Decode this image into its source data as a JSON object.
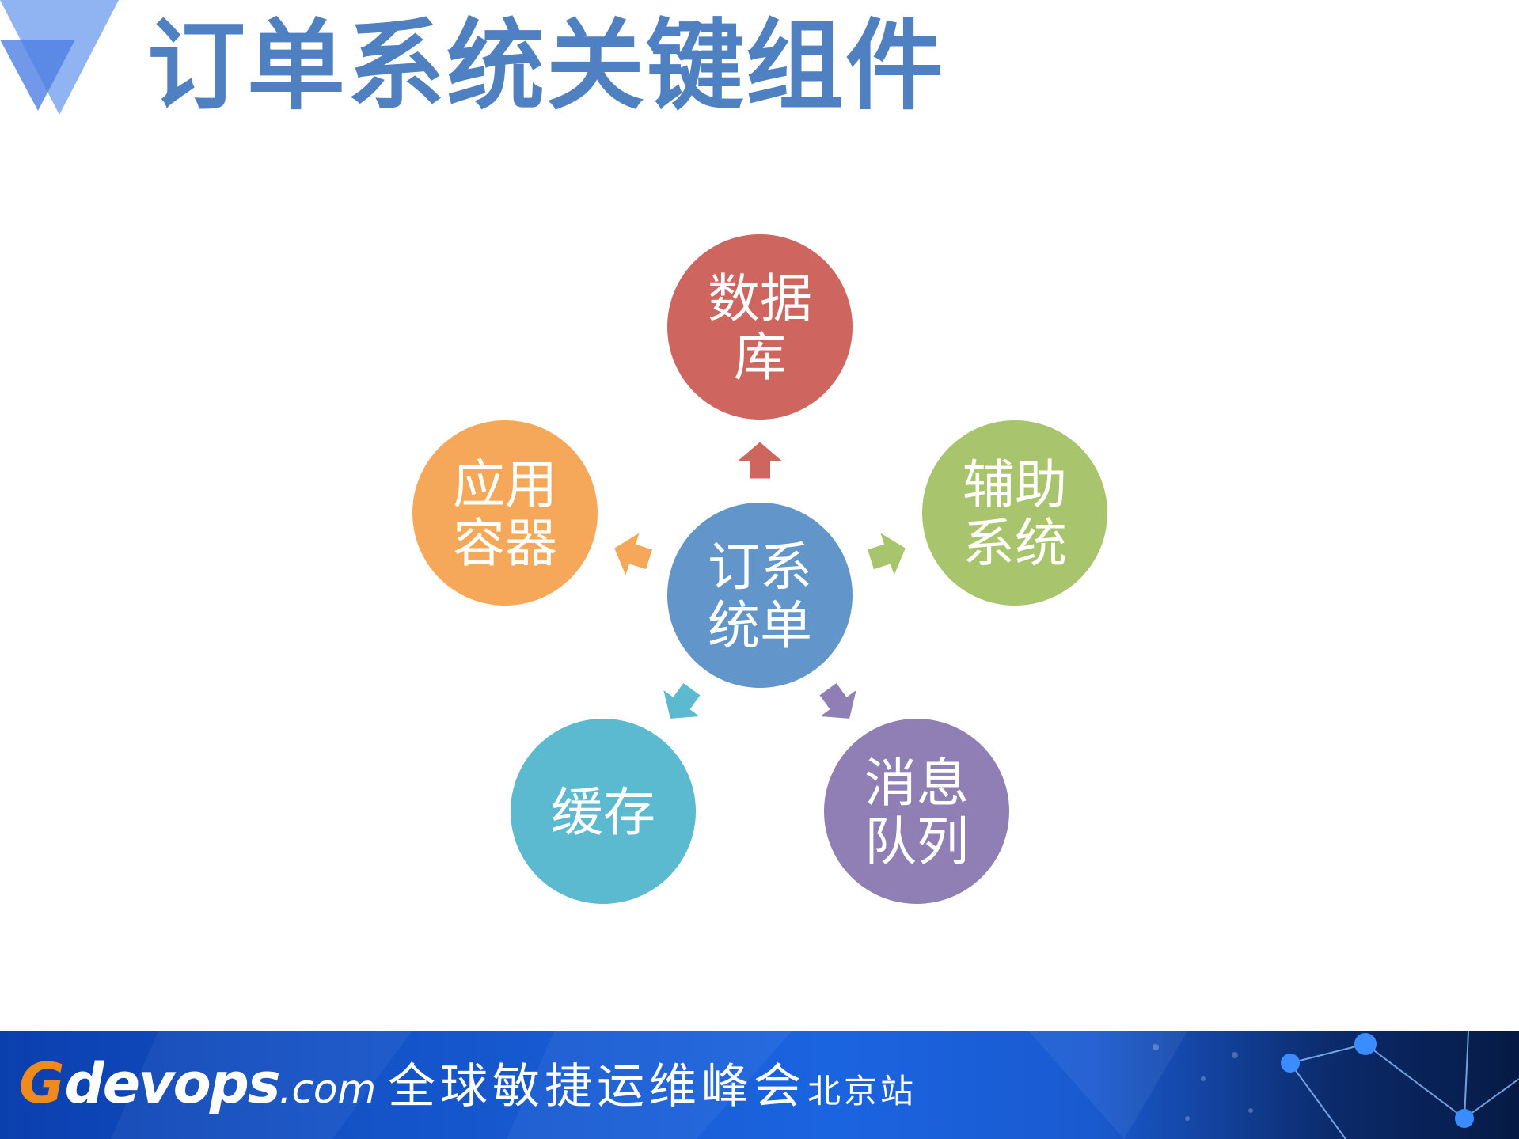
{
  "slide_title": "订单系统关键组件",
  "diagram": {
    "center": {
      "lines": [
        "订系",
        "统单"
      ],
      "color": "#6295c9"
    },
    "nodes": [
      {
        "id": "database",
        "lines": [
          "数据",
          "库"
        ],
        "color": "#ce655e"
      },
      {
        "id": "auxiliary",
        "lines": [
          "辅助",
          "系统"
        ],
        "color": "#a8c56d"
      },
      {
        "id": "message-queue",
        "lines": [
          "消息",
          "队列"
        ],
        "color": "#8f7fb4"
      },
      {
        "id": "cache",
        "lines": [
          "缓存"
        ],
        "color": "#5bb9d0"
      },
      {
        "id": "app-container",
        "lines": [
          "应用",
          "容器"
        ],
        "color": "#f6a85a"
      }
    ]
  },
  "footer": {
    "brand_g": "G",
    "brand_rest": "devops",
    "brand_com": ".com",
    "conference": "全球敏捷运维峰会",
    "city": "北京站"
  },
  "colors": {
    "title": "#4f80c2",
    "logo_light": "#8fb4ee",
    "logo_dark": "#4f7fe0"
  }
}
